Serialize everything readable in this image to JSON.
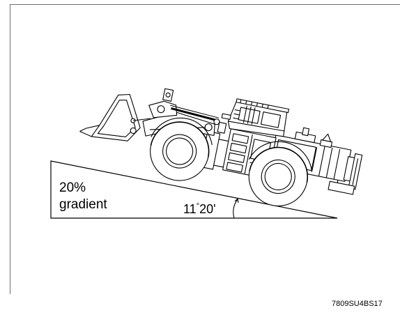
{
  "slope": {
    "percent": "20%",
    "word": "gradient"
  },
  "angle": {
    "degrees": "11",
    "minutes": "20'"
  },
  "figure_code": "7809SU4BS17"
}
